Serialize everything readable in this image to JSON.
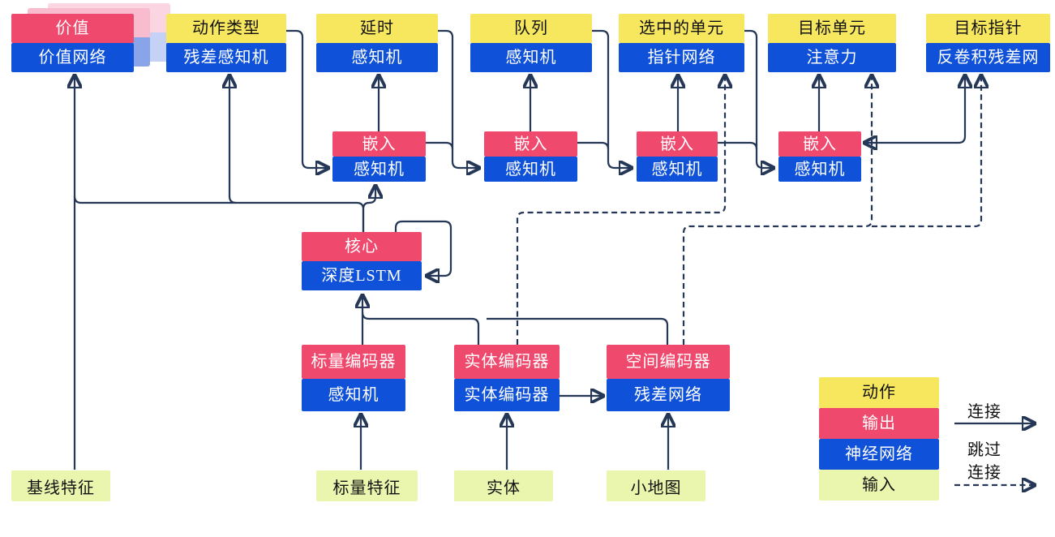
{
  "diagram": {
    "title_note": "",
    "colors": {
      "action_yellow": "#f7e75e",
      "output_red": "#ef4a6e",
      "network_blue": "#0f52d9",
      "input_green": "#eaf6ae",
      "wire_navy": "#243757",
      "stack_pink": "#f8bcce",
      "stack_pink_light": "#fbd6e2",
      "stack_blue": "#8aa4ea",
      "stack_blue_light": "#c6d2f5"
    },
    "heads": {
      "value": {
        "top": "价值",
        "bottom": "价值网络"
      },
      "action_type": {
        "top": "动作类型",
        "bottom": "残差感知机"
      },
      "delay": {
        "top": "延时",
        "bottom": "感知机"
      },
      "queue": {
        "top": "队列",
        "bottom": "感知机"
      },
      "selected_units": {
        "top": "选中的单元",
        "bottom": "指针网络"
      },
      "target_unit": {
        "top": "目标单元",
        "bottom": "注意力"
      },
      "target_point": {
        "top": "目标指针",
        "bottom": "反卷积残差网"
      }
    },
    "embeds": {
      "e1": {
        "top": "嵌入",
        "bottom": "感知机"
      },
      "e2": {
        "top": "嵌入",
        "bottom": "感知机"
      },
      "e3": {
        "top": "嵌入",
        "bottom": "感知机"
      },
      "e4": {
        "top": "嵌入",
        "bottom": "感知机"
      }
    },
    "core": {
      "top": "核心",
      "bottom": "深度LSTM"
    },
    "encoders": {
      "scalar": {
        "top": "标量编码器",
        "bottom": "感知机"
      },
      "entity": {
        "top": "实体编码器",
        "bottom": "实体编码器"
      },
      "spatial": {
        "top": "空间编码器",
        "bottom": "残差网络"
      }
    },
    "inputs": {
      "baseline": "基线特征",
      "scalar": "标量特征",
      "entity": "实体",
      "minimap": "小地图"
    },
    "legend": {
      "action": "动作",
      "output": "输出",
      "network": "神经网络",
      "input": "输入",
      "connect": "连接",
      "skip_line1": "跳过",
      "skip_line2": "连接"
    }
  }
}
